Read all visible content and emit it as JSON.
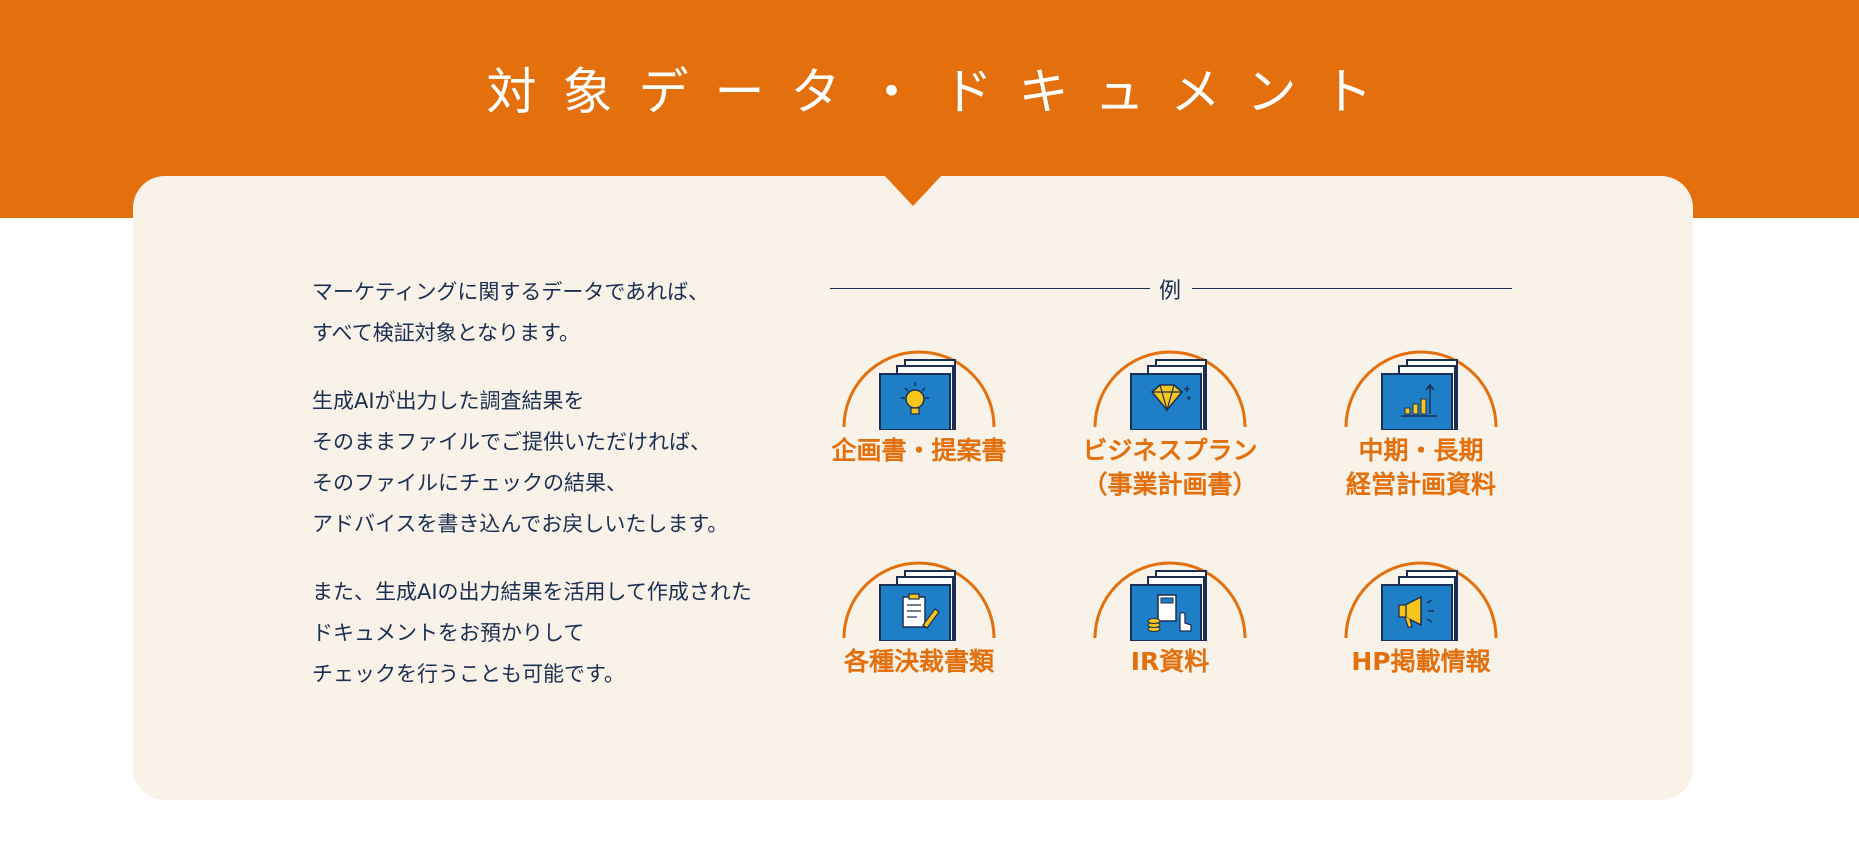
{
  "header": {
    "title": "対象データ・ドキュメント"
  },
  "intro": {
    "paragraphs": [
      [
        "マーケティングに関するデータであれば、",
        "すべて検証対象となります。"
      ],
      [
        "生成AIが出力した調査結果を",
        "そのままファイルでご提供いただければ、",
        "そのファイルにチェックの結果、",
        "アドバイスを書き込んでお戻しいたします。"
      ],
      [
        "また、生成AIの出力結果を活用して作成された",
        "ドキュメントをお預かりして",
        "チェックを行うことも可能です。"
      ]
    ]
  },
  "examples": {
    "heading": "例",
    "items": [
      {
        "lines": [
          "企画書・提案書"
        ],
        "icon": "lightbulb-icon"
      },
      {
        "lines": [
          "ビジネスプラン",
          "（事業計画書）"
        ],
        "icon": "diamond-icon"
      },
      {
        "lines": [
          "中期・長期",
          "経営計画資料"
        ],
        "icon": "bar-chart-icon"
      },
      {
        "lines": [
          "各種決裁書類"
        ],
        "icon": "clipboard-icon"
      },
      {
        "lines": [
          "IR資料"
        ],
        "icon": "calculator-icon"
      },
      {
        "lines": [
          "HP掲載情報"
        ],
        "icon": "megaphone-icon"
      }
    ]
  },
  "colors": {
    "accent": "#e46f0d",
    "navy": "#1b2f52",
    "card": "#f8f2e8",
    "folder": "#1e7fc6",
    "icon": "#f7c51b"
  }
}
